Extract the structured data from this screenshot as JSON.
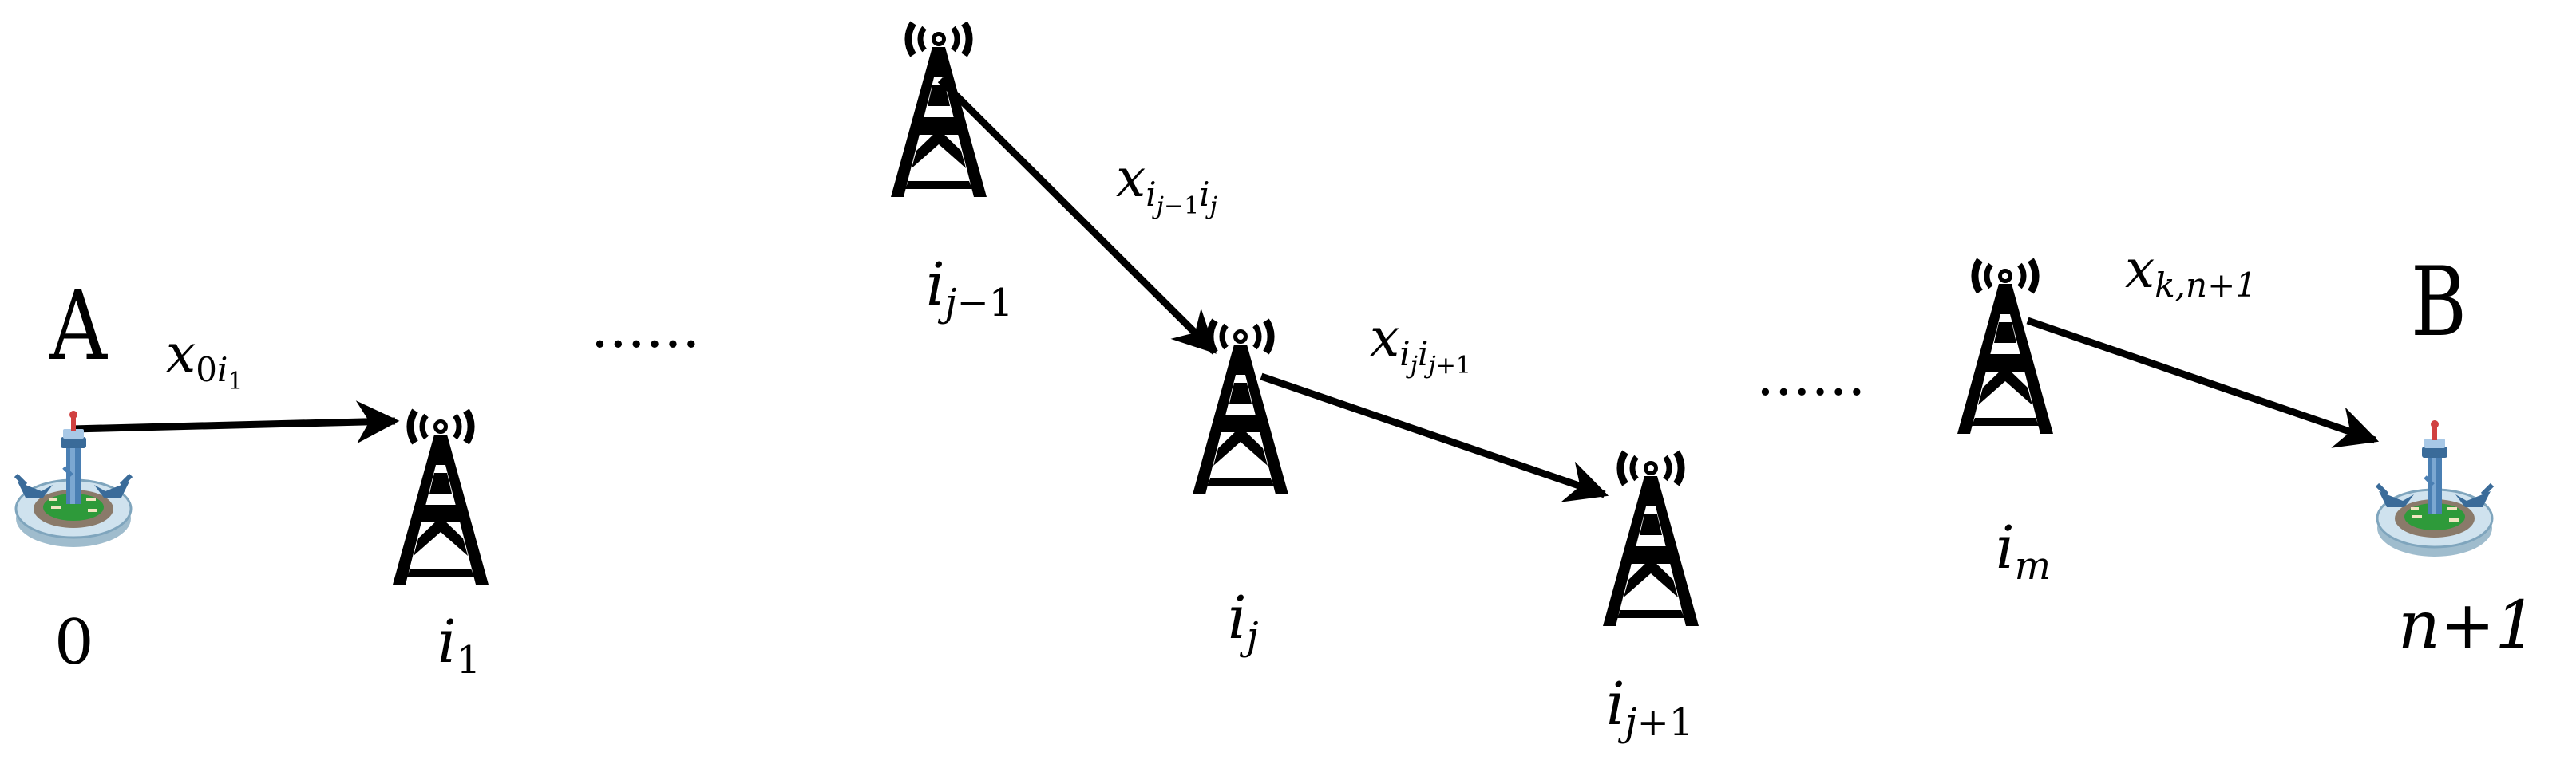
{
  "endpoints": {
    "start": {
      "letter": "A",
      "index": "0"
    },
    "end": {
      "letter": "B",
      "index": "n+1"
    }
  },
  "node_labels": {
    "i1": {
      "base": "i",
      "sub": "1"
    },
    "ij_1": {
      "base": "i",
      "sub_base": "j",
      "sub_op": "−1"
    },
    "ij": {
      "base": "i",
      "sub": "j"
    },
    "ij1": {
      "base": "i",
      "sub_base": "j",
      "sub_op": "+1"
    },
    "im": {
      "base": "i",
      "sub": "m"
    }
  },
  "edge_labels": {
    "x0i1": {
      "base": "x",
      "sub1": "0",
      "sub2": "i",
      "sub2sub": "1"
    },
    "xij_1ij": {
      "base": "x",
      "sub1": "i",
      "sub1sub_base": "j",
      "sub1sub_op": "−1",
      "sub2": "i",
      "sub2sub": "j"
    },
    "xijij1": {
      "base": "x",
      "sub1": "i",
      "sub1sub": "j",
      "sub2": "i",
      "sub2sub_base": "j",
      "sub2sub_op": "+1"
    },
    "xkn1": {
      "base": "x",
      "sub": "k,n+1"
    }
  },
  "ellipsis": "......",
  "icons": {
    "endpoint_icon": "airport-tower-icon",
    "relay_icon": "radio-tower-icon"
  },
  "colors": {
    "ink": "#000000",
    "tower_blue": "#4a7fb3",
    "platform_light": "#cfe2ee",
    "platform_green": "#2e9a3a"
  }
}
